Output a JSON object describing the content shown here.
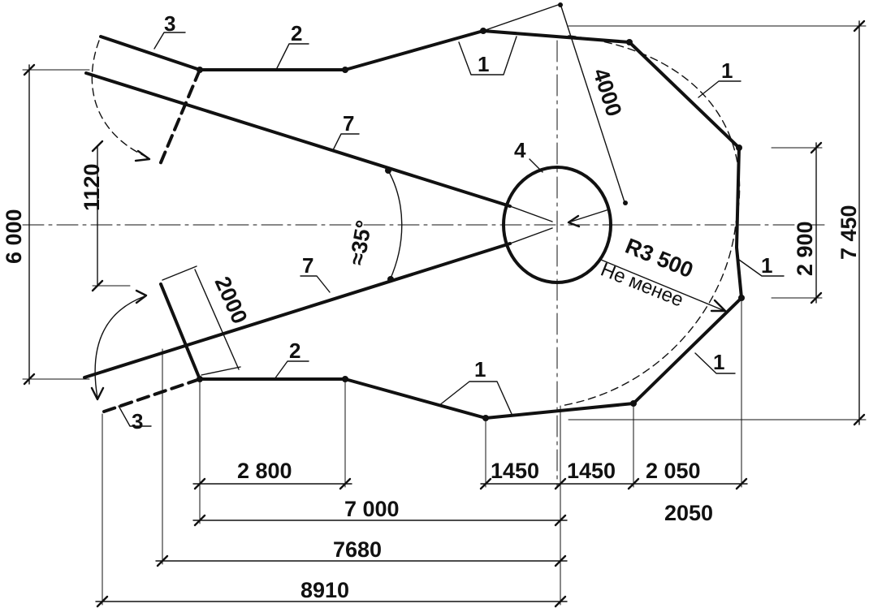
{
  "positions": {
    "p1": "1",
    "p2": "2",
    "p3": "3",
    "p4": "4",
    "p7": "7"
  },
  "dimensions": {
    "d2800": "2 800",
    "d7000": "7 000",
    "d7680": "7680",
    "d8910": "8910",
    "d1450": "1450",
    "d2050": "2 050",
    "d2050b": "2050",
    "d6000": "6 000",
    "d1120": "1120",
    "d2900": "2 900",
    "d7450": "7 450",
    "d4000": "4000",
    "d2000": "2000",
    "radius": "R3 500",
    "radius_note": "Не менее",
    "angle": "≈35°"
  }
}
